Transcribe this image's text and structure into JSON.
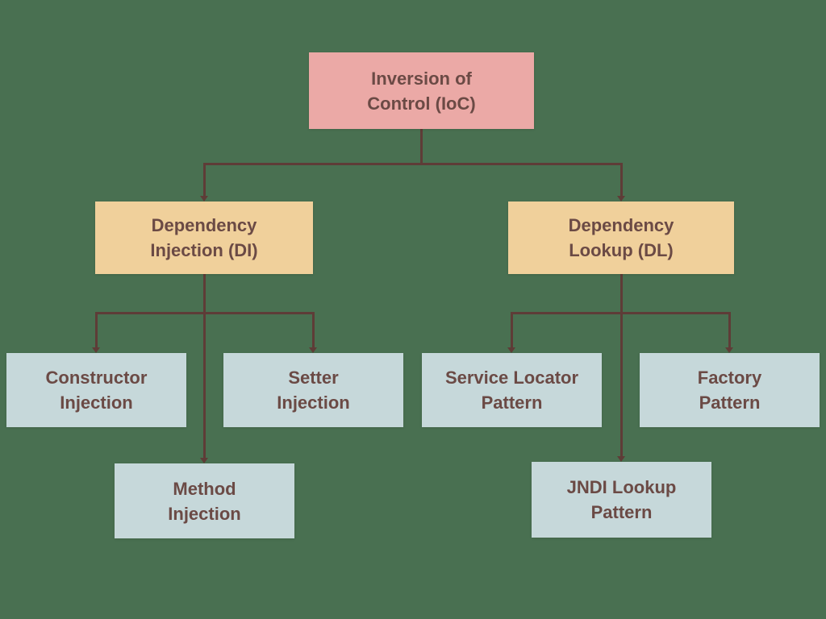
{
  "colors": {
    "background": "#497051",
    "root_box": "#eba9a6",
    "branch_box": "#f0d09b",
    "leaf_box": "#c6d8da",
    "connector": "#5e3c37",
    "text": "#6b4a45"
  },
  "nodes": {
    "root": {
      "lines": [
        "Inversion of",
        "Control (IoC)"
      ]
    },
    "di": {
      "lines": [
        "Dependency",
        "Injection (DI)"
      ]
    },
    "dl": {
      "lines": [
        "Dependency",
        "Lookup (DL)"
      ]
    },
    "constructor": {
      "lines": [
        "Constructor",
        "Injection"
      ]
    },
    "setter": {
      "lines": [
        "Setter",
        "Injection"
      ]
    },
    "method": {
      "lines": [
        "Method",
        "Injection"
      ]
    },
    "service_locator": {
      "lines": [
        "Service Locator",
        "Pattern"
      ]
    },
    "factory": {
      "lines": [
        "Factory",
        "Pattern"
      ]
    },
    "jndi": {
      "lines": [
        "JNDI Lookup",
        "Pattern"
      ]
    }
  },
  "edges": [
    {
      "from": "Inversion of Control (IoC)",
      "to": "Dependency Injection (DI)"
    },
    {
      "from": "Inversion of Control (IoC)",
      "to": "Dependency Lookup (DL)"
    },
    {
      "from": "Dependency Injection (DI)",
      "to": "Constructor Injection"
    },
    {
      "from": "Dependency Injection (DI)",
      "to": "Setter Injection"
    },
    {
      "from": "Dependency Injection (DI)",
      "to": "Method Injection"
    },
    {
      "from": "Dependency Lookup (DL)",
      "to": "Service Locator Pattern"
    },
    {
      "from": "Dependency Lookup (DL)",
      "to": "Factory Pattern"
    },
    {
      "from": "Dependency Lookup (DL)",
      "to": "JNDI Lookup Pattern"
    }
  ]
}
